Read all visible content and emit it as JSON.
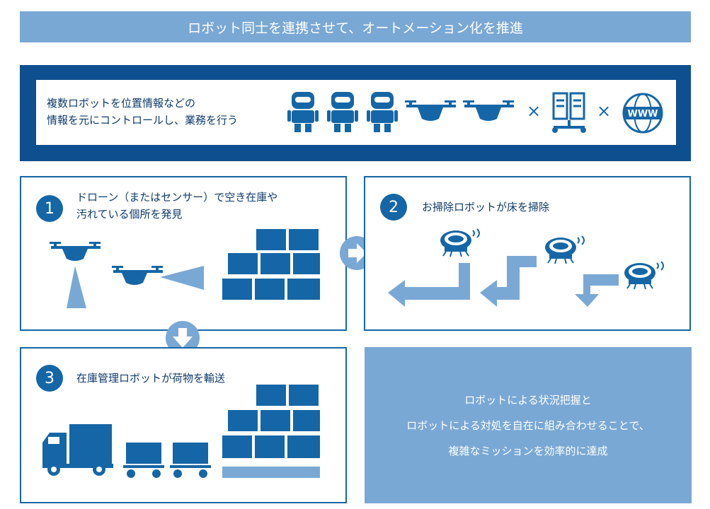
{
  "title": "ロボット同士を連携させて、オートメーション化を推進",
  "top": {
    "line1": "複数ロボットを位置情報などの",
    "line2": "情報を元にコントロールし、業務を行う",
    "times": "×",
    "www": "WWW"
  },
  "steps": [
    {
      "number": "1",
      "line1": "ドローン（またはセンサー）で空き在庫や",
      "line2": "汚れている個所を発見"
    },
    {
      "number": "2",
      "line1": "お掃除ロボットが床を掃除"
    },
    {
      "number": "3",
      "line1": "在庫管理ロボットが荷物を輸送"
    }
  ],
  "summary": {
    "line1": "ロボットによる状況把握と",
    "line2": "ロボットによる対処を自在に組み合わせることで、",
    "line3": "複雑なミッションを効率的に達成"
  },
  "colors": {
    "dark_blue": "#0e4f8f",
    "mid_blue": "#1566a6",
    "light_blue": "#7aa8d5"
  }
}
